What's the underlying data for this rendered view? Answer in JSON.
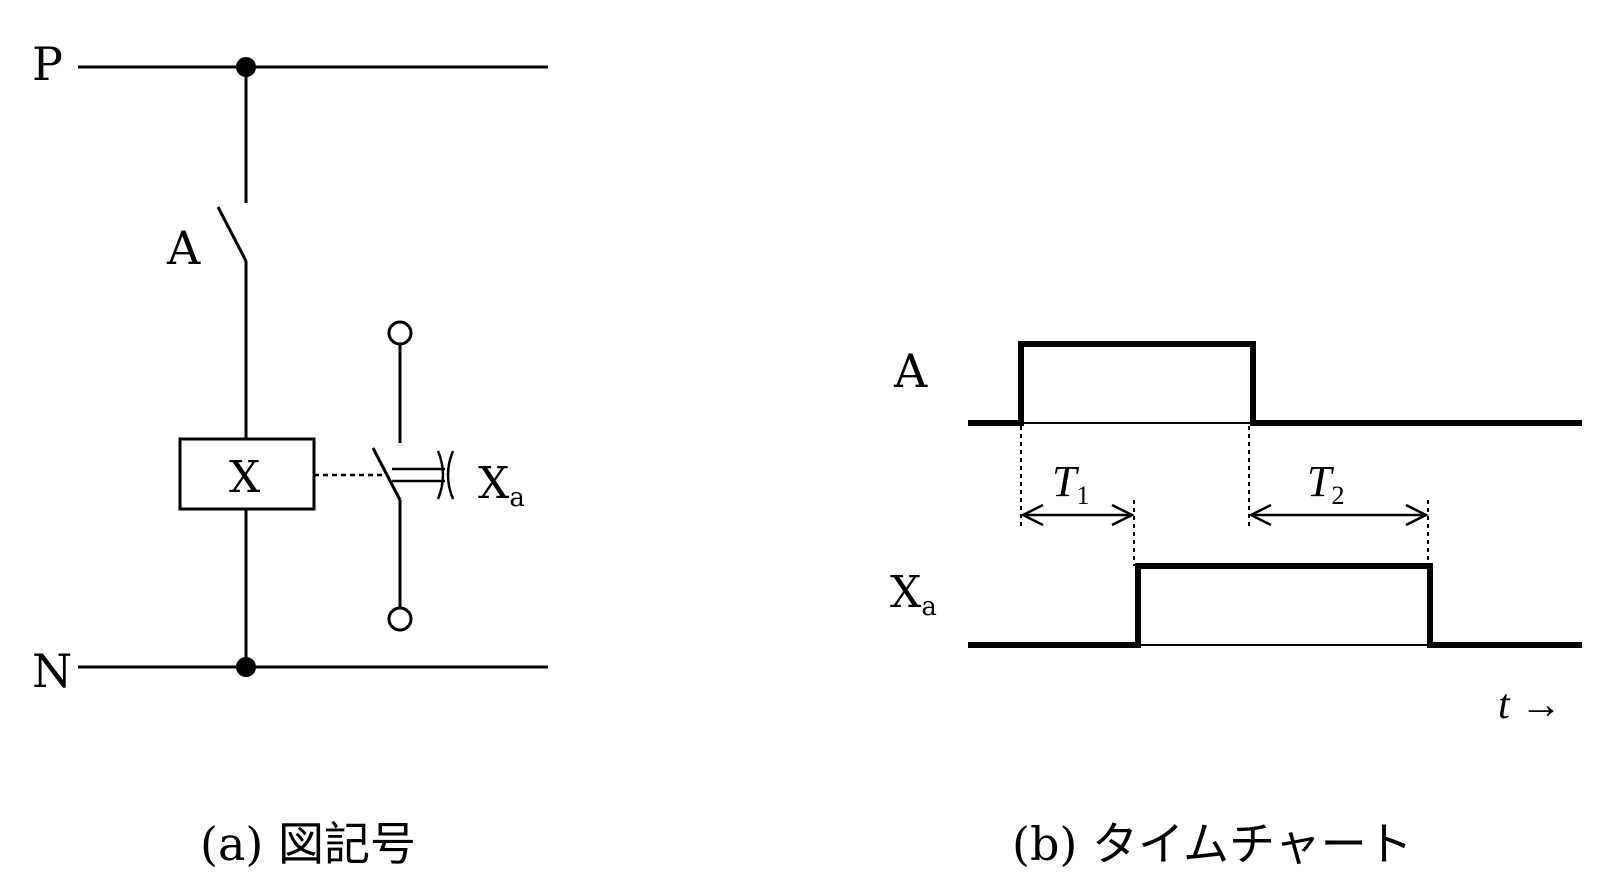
{
  "circuit": {
    "rail_top_label": "P",
    "rail_bottom_label": "N",
    "switch_label": "A",
    "relay_label": "X",
    "contact_label_main": "X",
    "contact_label_sub": "a",
    "caption": "(a) 図記号"
  },
  "timing": {
    "signal_a_label": "A",
    "signal_x_label_main": "X",
    "signal_x_label_sub": "a",
    "t1_label_main": "T",
    "t1_label_sub": "1",
    "t2_label_main": "T",
    "t2_label_sub": "2",
    "time_axis_label": "t →",
    "caption": "(b) タイムチャート"
  }
}
